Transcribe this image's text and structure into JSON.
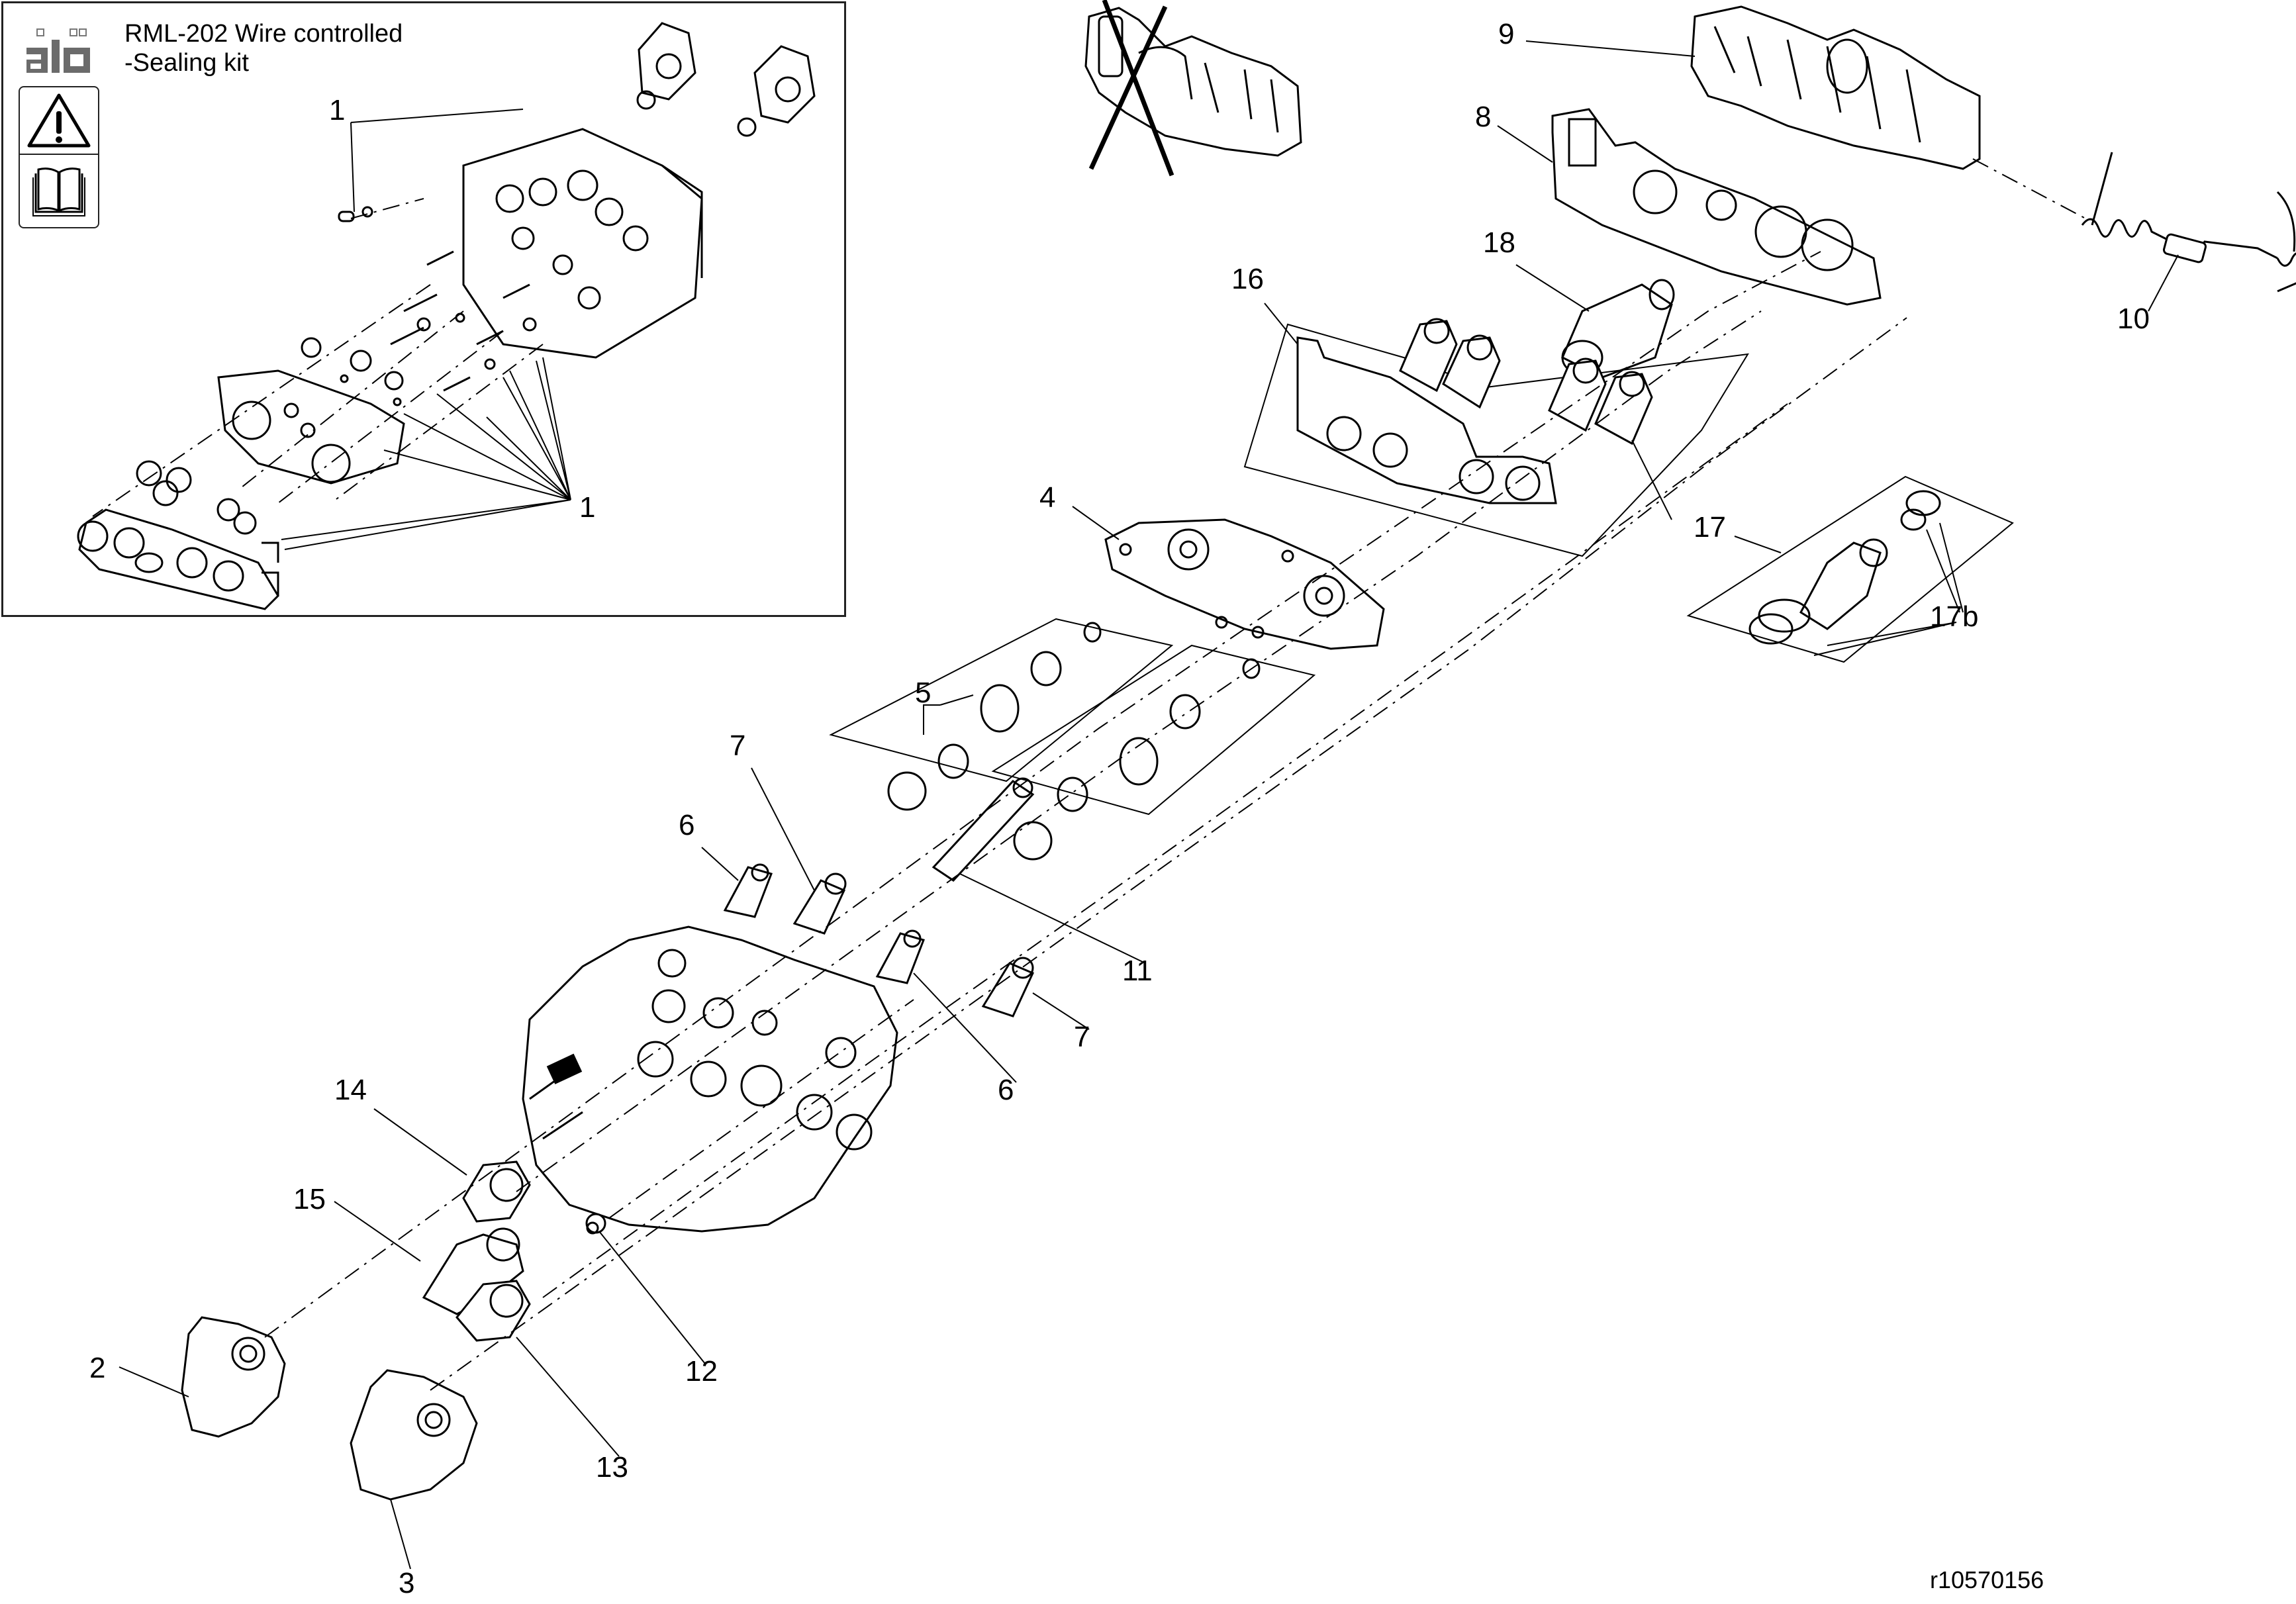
{
  "document": {
    "type": "exploded parts diagram",
    "title_line1": "RML-202 Wire controlled",
    "title_line2": "-Sealing kit",
    "logo_text": "ålö",
    "reference_code": "r10570156",
    "icons": [
      "warning-triangle-icon",
      "manual-book-icon"
    ]
  },
  "inset": {
    "label": "Sealing kit",
    "callouts": [
      "1",
      "1"
    ]
  },
  "callouts": {
    "c1_top": "1",
    "c1_bottom": "1",
    "c2": "2",
    "c3": "3",
    "c4": "4",
    "c5": "5",
    "c6a": "6",
    "c6b": "6",
    "c7a": "7",
    "c7b": "7",
    "c8": "8",
    "c9": "9",
    "c10": "10",
    "c11": "11",
    "c12": "12",
    "c13": "13",
    "c14": "14",
    "c15": "15",
    "c16": "16",
    "c17": "17",
    "c17b": "17b",
    "c18": "18"
  },
  "crossed_out_part": "obsolete cover (crossed out)"
}
